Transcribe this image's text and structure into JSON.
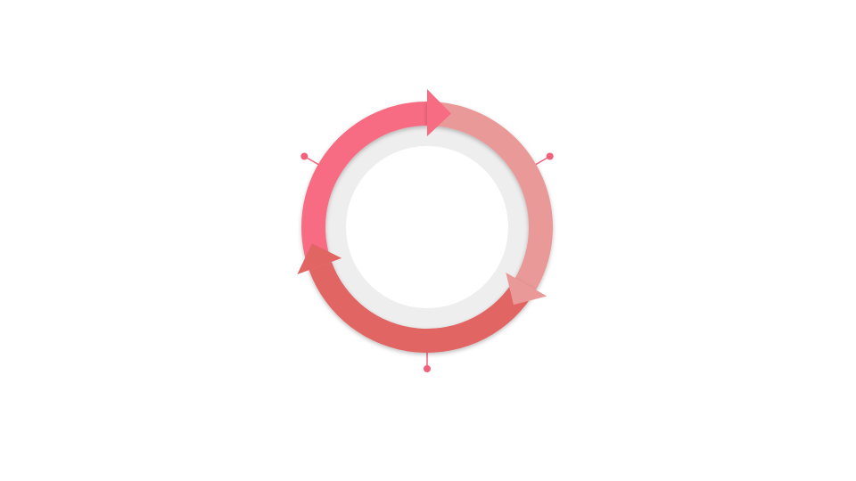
{
  "diagram": {
    "type": "cycle",
    "segment_count": 3,
    "segments": [
      {
        "name": "segment-1",
        "color": "#F76C82"
      },
      {
        "name": "segment-2",
        "color": "#E99A98"
      },
      {
        "name": "segment-3",
        "color": "#E06563"
      }
    ],
    "inner_ring_color": "#EEEEEE",
    "center_color": "#FFFFFF",
    "pin_color": "#F2607A"
  }
}
